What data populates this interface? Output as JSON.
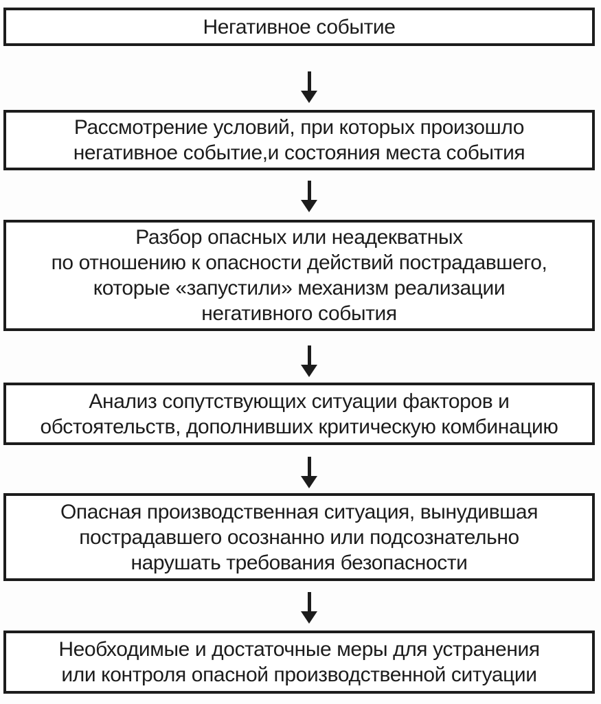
{
  "flowchart": {
    "type": "vertical-flow",
    "boxes": [
      {
        "text": "Негативное событие"
      },
      {
        "text": "Рассмотрение условий, при которых произошло\nнегативное событие,и состояния места события"
      },
      {
        "text": "Разбор опасных или неадекватных\nпо отношению к опасности действий пострадавшего,\nкоторые «запустили» механизм реализации\nнегативного события"
      },
      {
        "text": "Анализ сопутствующих ситуации факторов и\nобстоятельств, дополнивших критическую комбинацию"
      },
      {
        "text": "Опасная производственная ситуация, вынудившая\nпострадавшего осознанно или подсознательно\nнарушать требования безопасности"
      },
      {
        "text": "Необходимые и достаточные меры для устранения\nили контроля опасной производственной ситуации"
      }
    ],
    "connectors": [
      {
        "from": 1,
        "to": 2,
        "type": "arrow-down"
      },
      {
        "from": 2,
        "to": 3,
        "type": "arrow-down"
      },
      {
        "from": 3,
        "to": 4,
        "type": "arrow-down"
      },
      {
        "from": 4,
        "to": 5,
        "type": "arrow-down"
      },
      {
        "from": 5,
        "to": 6,
        "type": "arrow-down"
      }
    ],
    "colors": {
      "border": "#1c1c1c",
      "text": "#1c1c1c",
      "arrow": "#1c1c1c",
      "box_background": "#ffffff",
      "page_background": "#fdfdfd"
    }
  }
}
